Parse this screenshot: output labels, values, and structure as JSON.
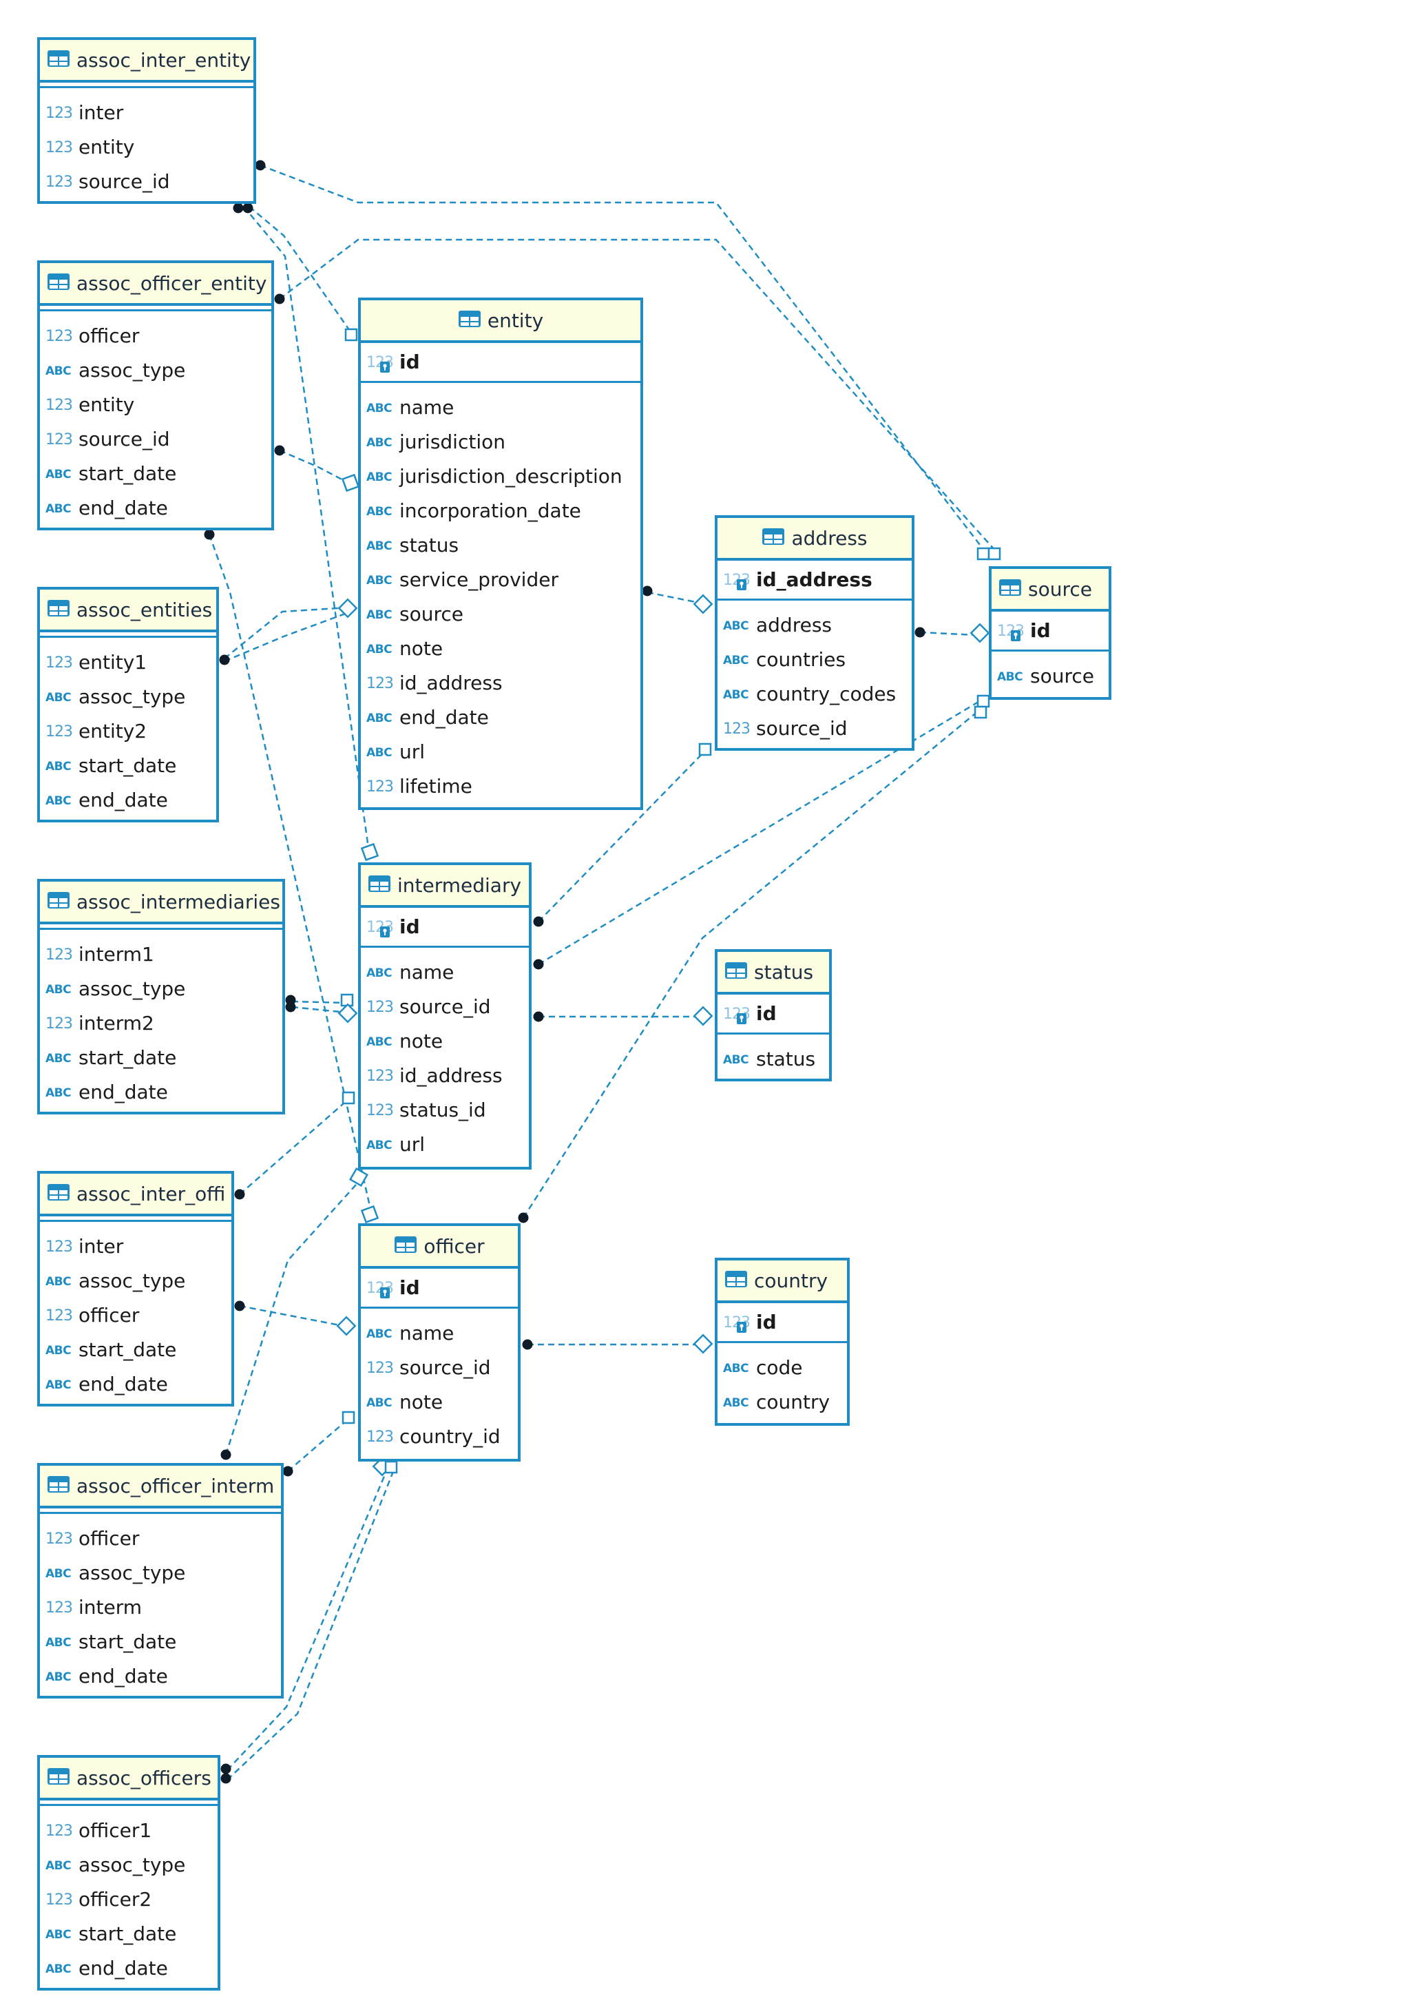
{
  "diagram": {
    "tables": {
      "assoc_inter_entity": {
        "title": "assoc_inter_entity",
        "columns": [
          {
            "name": "inter",
            "type": "123"
          },
          {
            "name": "entity",
            "type": "123"
          },
          {
            "name": "source_id",
            "type": "123"
          }
        ]
      },
      "assoc_officer_entity": {
        "title": "assoc_officer_entity",
        "columns": [
          {
            "name": "officer",
            "type": "123"
          },
          {
            "name": "assoc_type",
            "type": "ABC"
          },
          {
            "name": "entity",
            "type": "123"
          },
          {
            "name": "source_id",
            "type": "123"
          },
          {
            "name": "start_date",
            "type": "ABC"
          },
          {
            "name": "end_date",
            "type": "ABC"
          }
        ]
      },
      "assoc_entities": {
        "title": "assoc_entities",
        "columns": [
          {
            "name": "entity1",
            "type": "123"
          },
          {
            "name": "assoc_type",
            "type": "ABC"
          },
          {
            "name": "entity2",
            "type": "123"
          },
          {
            "name": "start_date",
            "type": "ABC"
          },
          {
            "name": "end_date",
            "type": "ABC"
          }
        ]
      },
      "assoc_intermediaries": {
        "title": "assoc_intermediaries",
        "columns": [
          {
            "name": "interm1",
            "type": "123"
          },
          {
            "name": "assoc_type",
            "type": "ABC"
          },
          {
            "name": "interm2",
            "type": "123"
          },
          {
            "name": "start_date",
            "type": "ABC"
          },
          {
            "name": "end_date",
            "type": "ABC"
          }
        ]
      },
      "assoc_inter_offi": {
        "title": "assoc_inter_offi",
        "columns": [
          {
            "name": "inter",
            "type": "123"
          },
          {
            "name": "assoc_type",
            "type": "ABC"
          },
          {
            "name": "officer",
            "type": "123"
          },
          {
            "name": "start_date",
            "type": "ABC"
          },
          {
            "name": "end_date",
            "type": "ABC"
          }
        ]
      },
      "assoc_officer_interm": {
        "title": "assoc_officer_interm",
        "columns": [
          {
            "name": "officer",
            "type": "123"
          },
          {
            "name": "assoc_type",
            "type": "ABC"
          },
          {
            "name": "interm",
            "type": "123"
          },
          {
            "name": "start_date",
            "type": "ABC"
          },
          {
            "name": "end_date",
            "type": "ABC"
          }
        ]
      },
      "assoc_officers": {
        "title": "assoc_officers",
        "columns": [
          {
            "name": "officer1",
            "type": "123"
          },
          {
            "name": "assoc_type",
            "type": "ABC"
          },
          {
            "name": "officer2",
            "type": "123"
          },
          {
            "name": "start_date",
            "type": "ABC"
          },
          {
            "name": "end_date",
            "type": "ABC"
          }
        ]
      },
      "entity": {
        "title": "entity",
        "pk": "id",
        "columns": [
          {
            "name": "name",
            "type": "ABC"
          },
          {
            "name": "jurisdiction",
            "type": "ABC"
          },
          {
            "name": "jurisdiction_description",
            "type": "ABC"
          },
          {
            "name": "incorporation_date",
            "type": "ABC"
          },
          {
            "name": "status",
            "type": "ABC"
          },
          {
            "name": "service_provider",
            "type": "ABC"
          },
          {
            "name": "source",
            "type": "ABC"
          },
          {
            "name": "note",
            "type": "ABC"
          },
          {
            "name": "id_address",
            "type": "123"
          },
          {
            "name": "end_date",
            "type": "ABC"
          },
          {
            "name": "url",
            "type": "ABC"
          },
          {
            "name": "lifetime",
            "type": "123"
          }
        ]
      },
      "intermediary": {
        "title": "intermediary",
        "pk": "id",
        "columns": [
          {
            "name": "name",
            "type": "ABC"
          },
          {
            "name": "source_id",
            "type": "123"
          },
          {
            "name": "note",
            "type": "ABC"
          },
          {
            "name": "id_address",
            "type": "123"
          },
          {
            "name": "status_id",
            "type": "123"
          },
          {
            "name": "url",
            "type": "ABC"
          }
        ]
      },
      "officer": {
        "title": "officer",
        "pk": "id",
        "columns": [
          {
            "name": "name",
            "type": "ABC"
          },
          {
            "name": "source_id",
            "type": "123"
          },
          {
            "name": "note",
            "type": "ABC"
          },
          {
            "name": "country_id",
            "type": "123"
          }
        ]
      },
      "address": {
        "title": "address",
        "pk": "id_address",
        "columns": [
          {
            "name": "address",
            "type": "ABC"
          },
          {
            "name": "countries",
            "type": "ABC"
          },
          {
            "name": "country_codes",
            "type": "ABC"
          },
          {
            "name": "source_id",
            "type": "123"
          }
        ]
      },
      "status": {
        "title": "status",
        "pk": "id",
        "columns": [
          {
            "name": "status",
            "type": "ABC"
          }
        ]
      },
      "country": {
        "title": "country",
        "pk": "id",
        "columns": [
          {
            "name": "code",
            "type": "ABC"
          },
          {
            "name": "country",
            "type": "ABC"
          }
        ]
      },
      "source": {
        "title": "source",
        "pk": "id",
        "columns": [
          {
            "name": "source",
            "type": "ABC"
          }
        ]
      }
    },
    "colors": {
      "border": "#1f8dc4",
      "header_bg": "#fdfde2",
      "link": "#1f8dc4",
      "text": "#1b1b1b"
    },
    "icons": {
      "table": "table-icon",
      "number": "number-type-icon",
      "text": "text-type-icon",
      "key": "primary-key-icon"
    }
  }
}
